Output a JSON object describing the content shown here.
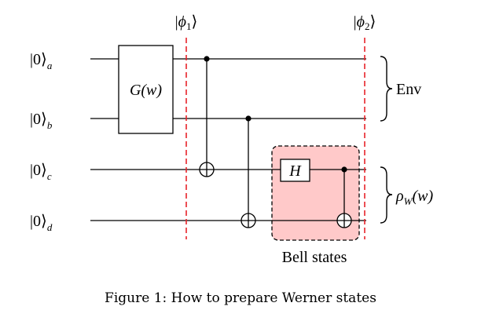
{
  "qubits": [
    {
      "ket": "|0⟩",
      "sub": "a"
    },
    {
      "ket": "|0⟩",
      "sub": "b"
    },
    {
      "ket": "|0⟩",
      "sub": "c"
    },
    {
      "ket": "|0⟩",
      "sub": "d"
    }
  ],
  "phi1": {
    "pre": "|",
    "sym": "ϕ",
    "sub": "1",
    "post": "⟩"
  },
  "phi2": {
    "pre": "|",
    "sym": "ϕ",
    "sub": "2",
    "post": "⟩"
  },
  "gate_g": "G(w)",
  "gate_h": "H",
  "env_label": "Env",
  "rho": {
    "sym": "ρ",
    "sub": "W",
    "arg": "(w)"
  },
  "bell_label": "Bell states",
  "caption": "Figure 1: How to prepare Werner states",
  "colors": {
    "barrier": "#e8232a",
    "bell_fill": "#ffc9c9",
    "wire": "#000000"
  }
}
